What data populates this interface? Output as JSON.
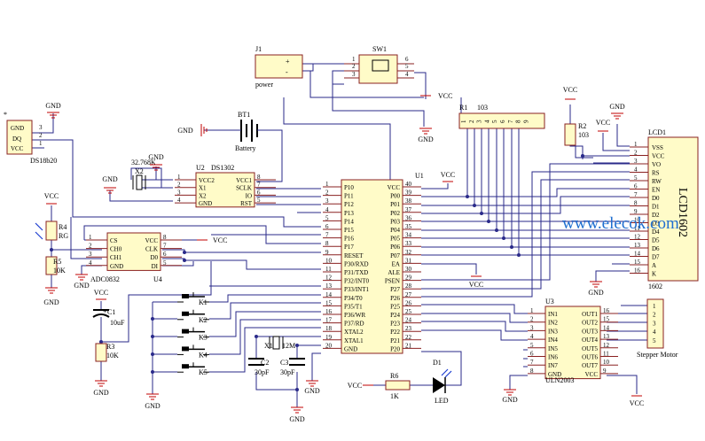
{
  "watermark": "www.elecok.com",
  "labels": {
    "vcc": "VCC",
    "gnd": "GND",
    "star": "*"
  },
  "components": {
    "j1": {
      "ref": "J1",
      "name": "power",
      "pins": [
        "+",
        "-"
      ]
    },
    "sw1": {
      "ref": "SW1",
      "pins": [
        "1",
        "2",
        "3",
        "4",
        "5",
        "6"
      ]
    },
    "r1": {
      "ref": "R1",
      "value": "103",
      "pins": [
        "1",
        "2",
        "3",
        "4",
        "5",
        "6",
        "7",
        "8",
        "9"
      ]
    },
    "r2": {
      "ref": "R2",
      "value": "103"
    },
    "bt1": {
      "ref": "BT1",
      "name": "Battery"
    },
    "ds18b20": {
      "name": "DS18b20",
      "pins": [
        "GND",
        "DQ",
        "VCC"
      ],
      "nums": [
        "3",
        "2",
        "1"
      ]
    },
    "x2": {
      "ref": "X2",
      "value": "32.768K"
    },
    "u2": {
      "ref": "U2",
      "name": "DS1302",
      "left": [
        "VCC2",
        "X1",
        "X2",
        "GND"
      ],
      "right": [
        "VCC1",
        "SCLK",
        "IO",
        "RST"
      ],
      "lnums": [
        "1",
        "2",
        "3",
        "4"
      ],
      "rnums": [
        "8",
        "7",
        "6",
        "5"
      ]
    },
    "u1": {
      "ref": "U1",
      "left": [
        "P10",
        "P11",
        "P12",
        "P13",
        "P14",
        "P15",
        "P16",
        "P17",
        "RESET",
        "P30/RXD",
        "P31/TXD",
        "P32/INT0",
        "P33/INT1",
        "P34/T0",
        "P35/T1",
        "P36/WR",
        "P37/RD",
        "XTAL2",
        "XTAL1",
        "GND"
      ],
      "right": [
        "VCC",
        "P00",
        "P01",
        "P02",
        "P03",
        "P04",
        "P05",
        "P06",
        "P07",
        "EA",
        "ALE",
        "PSEN",
        "P27",
        "P26",
        "P25",
        "P24",
        "P23",
        "P22",
        "P21",
        "P20"
      ],
      "lnums": [
        "1",
        "2",
        "3",
        "4",
        "5",
        "6",
        "7",
        "8",
        "9",
        "10",
        "11",
        "12",
        "13",
        "14",
        "15",
        "16",
        "17",
        "18",
        "19",
        "20"
      ],
      "rnums": [
        "40",
        "39",
        "38",
        "37",
        "36",
        "35",
        "34",
        "33",
        "32",
        "31",
        "30",
        "29",
        "28",
        "27",
        "26",
        "25",
        "24",
        "23",
        "22",
        "21"
      ]
    },
    "lcd1": {
      "ref": "LCD1",
      "name": "LCD1602",
      "model": "1602",
      "pins": [
        "VSS",
        "VCC",
        "VO",
        "RS",
        "RW",
        "EN",
        "D0",
        "D1",
        "D2",
        "D3",
        "D4",
        "D5",
        "D6",
        "D7",
        "A",
        "K"
      ],
      "nums": [
        "1",
        "2",
        "3",
        "4",
        "5",
        "6",
        "7",
        "8",
        "9",
        "10",
        "11",
        "12",
        "13",
        "14",
        "15",
        "16"
      ]
    },
    "r4": {
      "ref": "R4",
      "name": "RG"
    },
    "r5": {
      "ref": "R5",
      "value": "10K"
    },
    "u4": {
      "ref": "U4",
      "name": "ADC0832",
      "left": [
        "CS",
        "CH0",
        "CH1",
        "GND"
      ],
      "right": [
        "VCC",
        "CLK",
        "D0",
        "DI"
      ],
      "lnums": [
        "1",
        "2",
        "3",
        "4"
      ],
      "rnums": [
        "8",
        "7",
        "6",
        "5"
      ]
    },
    "c1": {
      "ref": "C1",
      "value": "10uF",
      "sign": "+"
    },
    "r3": {
      "ref": "R3",
      "value": "10K"
    },
    "keys": [
      "K1",
      "K2",
      "K3",
      "K4",
      "K5"
    ],
    "x1": {
      "ref": "X1",
      "value": "12M"
    },
    "c2": {
      "ref": "C2",
      "value": "30pF"
    },
    "c3": {
      "ref": "C3",
      "value": "30pF"
    },
    "r6": {
      "ref": "R6",
      "value": "1K"
    },
    "d1": {
      "ref": "D1",
      "name": "LED"
    },
    "u3": {
      "ref": "U3",
      "name": "ULN2003",
      "left": [
        "IN1",
        "IN2",
        "IN3",
        "IN4",
        "IN5",
        "IN6",
        "IN7",
        "GND"
      ],
      "right": [
        "OUT1",
        "OUT2",
        "OUT3",
        "OUT4",
        "OUT5",
        "OUT6",
        "OUT7",
        "VCC"
      ],
      "lnums": [
        "1",
        "2",
        "3",
        "4",
        "5",
        "6",
        "7",
        "8"
      ],
      "rnums": [
        "16",
        "15",
        "14",
        "13",
        "12",
        "11",
        "10",
        "9"
      ]
    },
    "motor": {
      "name": "Stepper Motor",
      "pins": [
        "1",
        "2",
        "3",
        "4",
        "5"
      ]
    }
  }
}
